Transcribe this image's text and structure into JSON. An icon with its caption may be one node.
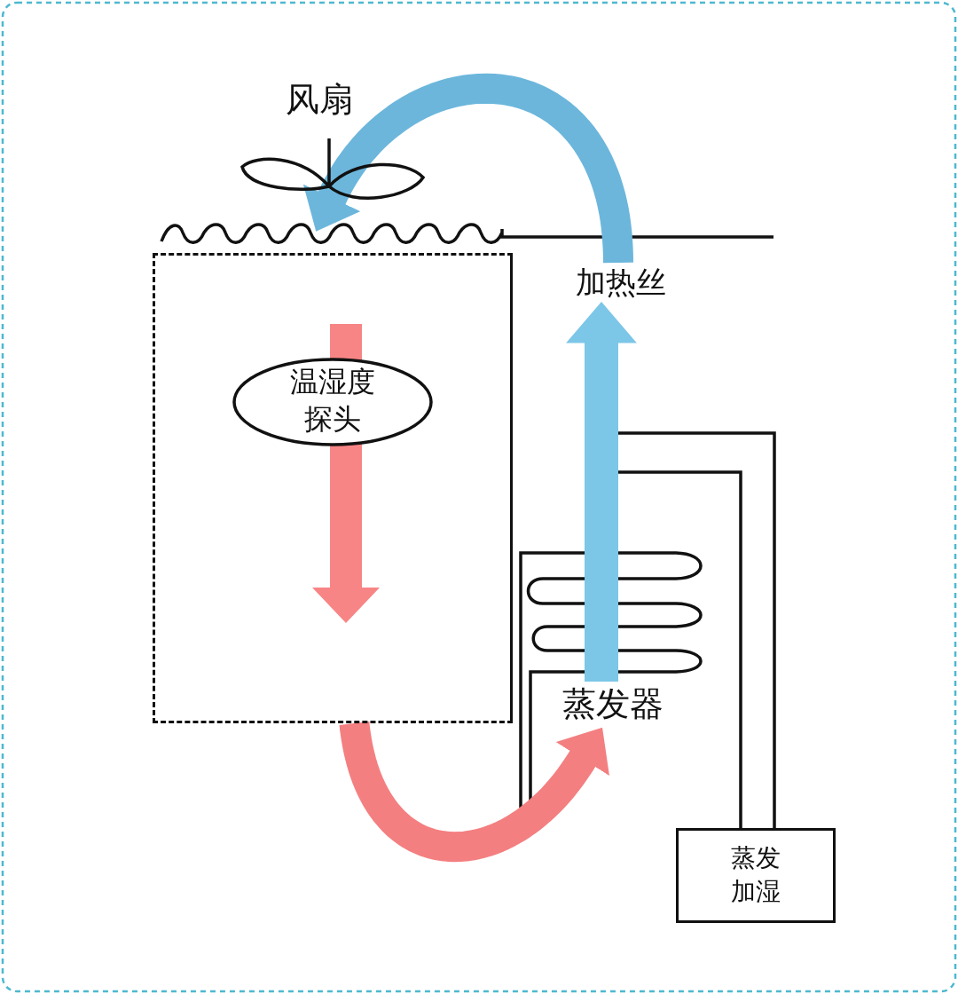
{
  "diagram": {
    "nodes": [
      {
        "text": [
          "风扇"
        ]
      },
      {
        "text": [],
        "shape": "box"
      },
      {
        "text": [
          "温湿度探头"
        ],
        "in": 1
      },
      {
        "text": [
          "加热丝"
        ]
      },
      {
        "text": [
          "蒸发器"
        ]
      },
      {
        "text": [
          "蒸发加湿"
        ]
      }
    ],
    "edges": [
      {
        "from": 1,
        "to": 4,
        "arrow": "to",
        "color": "#f47f80"
      },
      {
        "from": 4,
        "to": 3,
        "arrow": "to",
        "color": "#7cc6e8"
      },
      {
        "from": 3,
        "to": 0,
        "arrow": "to",
        "color": "#6cb6dc"
      }
    ]
  }
}
